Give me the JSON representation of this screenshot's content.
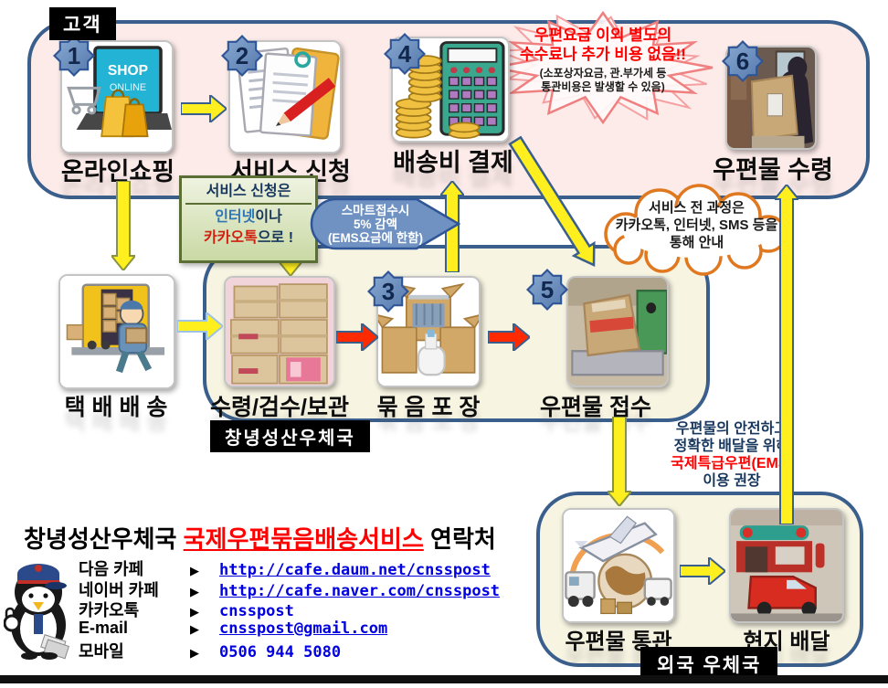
{
  "customer_box": {
    "label": "고객",
    "steps": [
      {
        "num": "1",
        "label": "온라인쇼핑",
        "icon": "online-shopping-laptop"
      },
      {
        "num": "2",
        "label": "서비스 신청",
        "icon": "application-papers-pencil"
      },
      {
        "num": "4",
        "label": "배송비 결제",
        "icon": "calculator-coins"
      },
      {
        "num": "6",
        "label": "우편물 수령",
        "icon": "parcel-receive-photo"
      }
    ],
    "shop_sign": {
      "line1": "SHOP",
      "line2": "ONLINE"
    }
  },
  "no_fee_callout": {
    "line1": "우편요금 이외 별도의",
    "line2": "수수료나 추가 비용 없음!!",
    "line3": "(소포상자요금, 관.부가세 등",
    "line4": "통관비용은 발생할 수 있음)"
  },
  "service_note": {
    "line1": "서비스 신청은",
    "line2_blue": "인터넷",
    "line2_rest": "이나",
    "line3_red": "카카오톡",
    "line3_rest": "으로 !"
  },
  "smart_banner": {
    "line1": "스마트접수시",
    "line2": "5% 감액",
    "line3": "(EMS요금에 한함)"
  },
  "info_cloud": {
    "line1": "서비스 전 과정은",
    "line2": "카카오톡, 인터넷, SMS 등을",
    "line3": "통해 안내"
  },
  "delivery_step": {
    "label": "택 배 배 송",
    "icon": "delivery-man-truck"
  },
  "post_office_box": {
    "label": "창녕성산우체국",
    "steps": [
      {
        "num": "",
        "label": "수령/검수/보관",
        "icon": "stacked-boxes-photo"
      },
      {
        "num": "3",
        "label": "묶 음 포 장",
        "icon": "open-packing-boxes"
      },
      {
        "num": "5",
        "label": "우편물 접수",
        "icon": "box-on-scale-photo"
      }
    ]
  },
  "ems_note": {
    "line1": "우편물의 안전하고",
    "line2": "정확한 배달을 위해",
    "line3": "국제특급우편(EMS)",
    "line4": "이용 권장"
  },
  "foreign_box": {
    "label": "외국 우체국",
    "steps": [
      {
        "label": "우편물 통관",
        "icon": "airplane-globe-customs"
      },
      {
        "label": "현지 배달",
        "icon": "red-mail-van"
      }
    ]
  },
  "contact": {
    "title_prefix": "창녕성산우체국 ",
    "title_highlight": "국제우편묶음배송서비스",
    "title_suffix": " 연락처",
    "bullet": "▶",
    "rows": [
      {
        "label": "다음 카페",
        "value": "http://cafe.daum.net/cnsspost"
      },
      {
        "label": "네이버 카페",
        "value": "http://cafe.naver.com/cnsspost"
      },
      {
        "label": "카카오톡",
        "value": "cnsspost"
      },
      {
        "label": "E-mail",
        "value": "cnsspost@gmail.com"
      },
      {
        "label": "모바일",
        "value": "0506 944 5080"
      }
    ],
    "mascot": "postman-bird-mascot"
  },
  "colors": {
    "zone_border": "#3a5f8c",
    "customer_bg": "#fcebe9",
    "office_bg": "#f7f4e2",
    "arrow_yellow": "#ffef1e",
    "arrow_red": "#ff2a00",
    "badge_blue": "#5579ae",
    "alert_red": "#ff0000",
    "link_blue": "#0000e0",
    "cloud_orange": "#e07820",
    "note_green_border": "#5a6e35"
  }
}
